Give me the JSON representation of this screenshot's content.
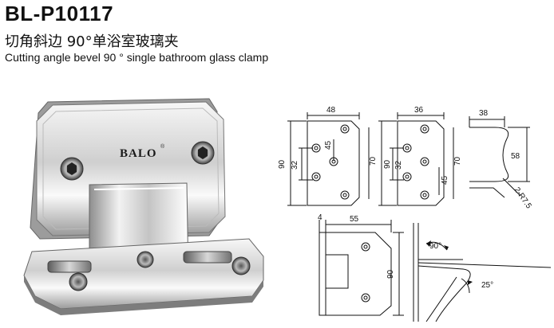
{
  "header": {
    "model": "BL-P10117",
    "title_cn": "切角斜边 90°单浴室玻璃夹",
    "title_en": "Cutting angle bevel 90 ° single bathroom glass clamp"
  },
  "product": {
    "brand": "BALO",
    "brand_mark": "®"
  },
  "drawings": {
    "front_a": {
      "width": "48",
      "height": "90",
      "hole_spacing": "32",
      "offset": "45",
      "depth": "70"
    },
    "front_b": {
      "width": "36",
      "height": "90",
      "hole_spacing": "32",
      "offset": "45",
      "depth": "70"
    },
    "side": {
      "width": "38",
      "height": "58",
      "radius": "2-R7.5"
    },
    "plan": {
      "thickness": "4",
      "width": "55",
      "height": "90"
    },
    "angles": {
      "open": "90°",
      "bevel": "25°"
    }
  }
}
